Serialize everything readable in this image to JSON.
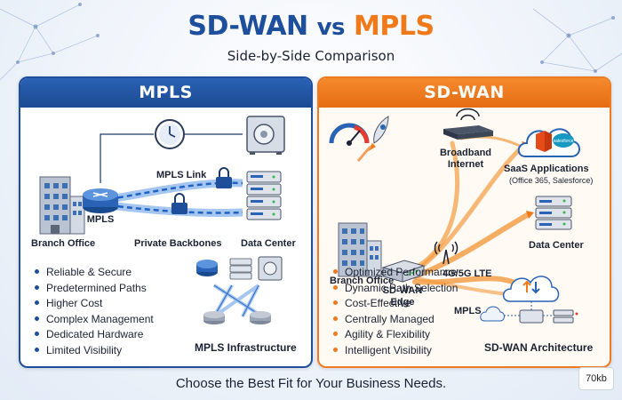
{
  "header": {
    "title_a": "SD-WAN",
    "title_vs": "vs",
    "title_b": "MPLS",
    "subtitle": "Side-by-Side Comparison"
  },
  "mpls": {
    "heading": "MPLS",
    "branch_label": "Branch Office",
    "router_label": "MPLS",
    "link_label": "MPLS Link",
    "backbone_label": "Private Backbones",
    "datacenter_label": "Data Center",
    "infra_label": "MPLS Infrastructure",
    "features": [
      "Reliable & Secure",
      "Predetermined Paths",
      "Higher Cost",
      "Complex Management",
      "Dedicated Hardware",
      "Limited Visibility"
    ]
  },
  "sdwan": {
    "heading": "SD-WAN",
    "branch_label": "Branch Office",
    "edge_label_1": "SD-WAN",
    "edge_label_2": "Edge",
    "broadband_label_1": "Broadband",
    "broadband_label_2": "Internet",
    "lte_label": "4G/5G LTE",
    "mpls_label": "MPLS",
    "saas_label": "SaaS Applications",
    "saas_sub": "(Office 365, Salesforce)",
    "saas_logo": "salesforce",
    "datacenter_label": "Data Center",
    "arch_label": "SD-WAN Architecture",
    "features": [
      "Optimized Performance",
      "Dynamic Path Selection",
      "Cost-Effective",
      "Centrally Managed",
      "Agility & Flexibility",
      "Intelligent Visibility"
    ]
  },
  "footer": "Choose the Best Fit for Your Business Needs.",
  "size_badge": "70kb",
  "colors": {
    "mpls_blue": "#1f4f9a",
    "sdwan_orange": "#ef7a1f"
  }
}
